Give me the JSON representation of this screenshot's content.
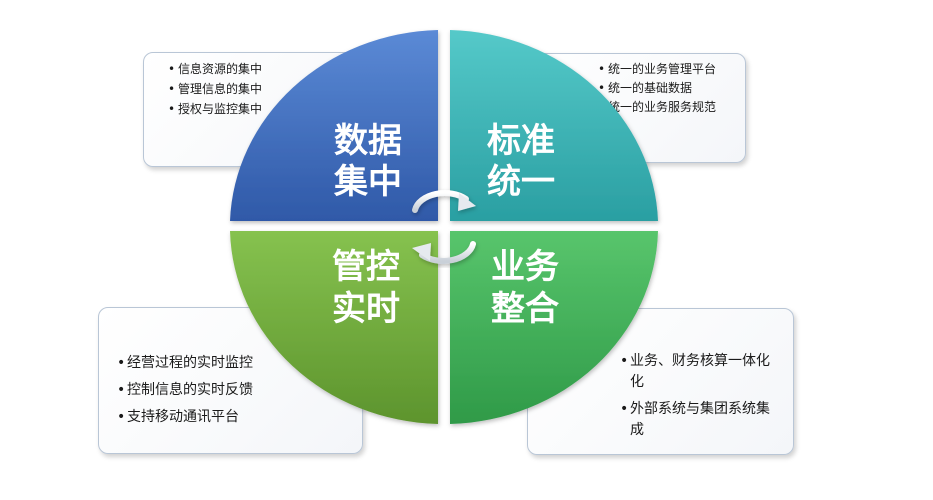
{
  "quadrants": {
    "tl": {
      "line1": "数据",
      "line2": "集中",
      "color": "#4572c4"
    },
    "tr": {
      "line1": "标准",
      "line2": "统一",
      "color": "#3cb7b8"
    },
    "bl": {
      "line1": "管控",
      "line2": "实时",
      "color": "#7bb343"
    },
    "br": {
      "line1": "业务",
      "line2": "整合",
      "color": "#47b55e"
    }
  },
  "cards": {
    "tl": [
      "信息资源的集中",
      "管理信息的集中",
      "授权与监控集中"
    ],
    "tr": [
      "统一的业务管理平台",
      "统一的基础数据",
      "统一的业务服务规范"
    ],
    "bl": [
      "经营过程的实时监控",
      "控制信息的实时反馈",
      "支持移动通讯平台"
    ],
    "br": [
      "业务、财务核算一体化化",
      "外部系统与集团系统集成"
    ]
  },
  "icons": {
    "center": "cycle-arrows-icon"
  }
}
